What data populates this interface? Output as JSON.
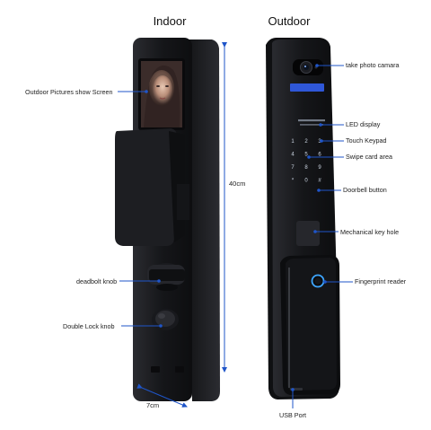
{
  "headings": {
    "indoor": "Indoor",
    "outdoor": "Outdoor"
  },
  "dimensions": {
    "height": "40cm",
    "width": "7cm"
  },
  "indoor_labels": {
    "screen": "Outdoor Pictures show Screen",
    "deadbolt": "deadbolt knob",
    "double_lock": "Double Lock knob"
  },
  "outdoor_labels": {
    "camera": "take photo camara",
    "led": "LED display",
    "keypad": "Touch Keypad",
    "card": "Swipe card area",
    "doorbell": "Doorbell button",
    "keyhole": "Mechanical key hole",
    "fingerprint": "Fingerprint reader",
    "usb": "USB Port"
  },
  "keypad": {
    "keys": [
      "1",
      "2",
      "3",
      "4",
      "5",
      "6",
      "7",
      "8",
      "9",
      "*",
      "0",
      "#"
    ]
  },
  "colors": {
    "annotation": "#1f55c9",
    "lock_body": "#1b1c20",
    "led_bar": "#2f57d8",
    "fingerprint_ring": "#3ea6ff"
  }
}
